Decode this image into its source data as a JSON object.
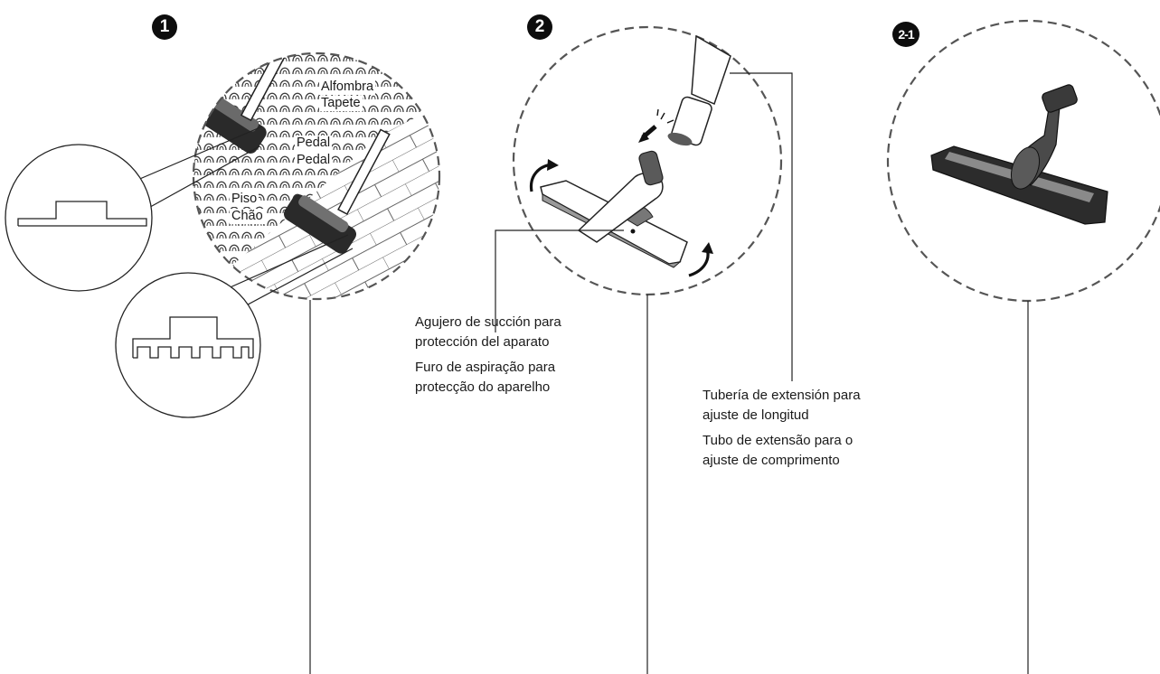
{
  "steps": [
    {
      "number": "1"
    },
    {
      "number": "2"
    },
    {
      "number": "2-1"
    }
  ],
  "panel1": {
    "carpet_es": "Alfombra",
    "carpet_pt": "Tapete",
    "pedal_es": "Pedal",
    "pedal_pt": "Pedal",
    "floor_es": "Piso",
    "floor_pt": "Chão"
  },
  "panel2": {
    "suction_hole_es_line1": "Agujero de succión para",
    "suction_hole_es_line2": "protección del aparato",
    "suction_hole_pt_line1": "Furo de aspiração para",
    "suction_hole_pt_line2": "protecção do aparelho",
    "extension_es_line1": "Tubería de extensión para",
    "extension_es_line2": "ajuste de longitud",
    "extension_pt_line1": "Tubo de extensão para o",
    "extension_pt_line2": "ajuste de comprimento"
  },
  "colors": {
    "ink": "#1a1a1a",
    "badge": "#0d0d0d",
    "brush": "#2a2a2a",
    "paper": "#ffffff"
  }
}
